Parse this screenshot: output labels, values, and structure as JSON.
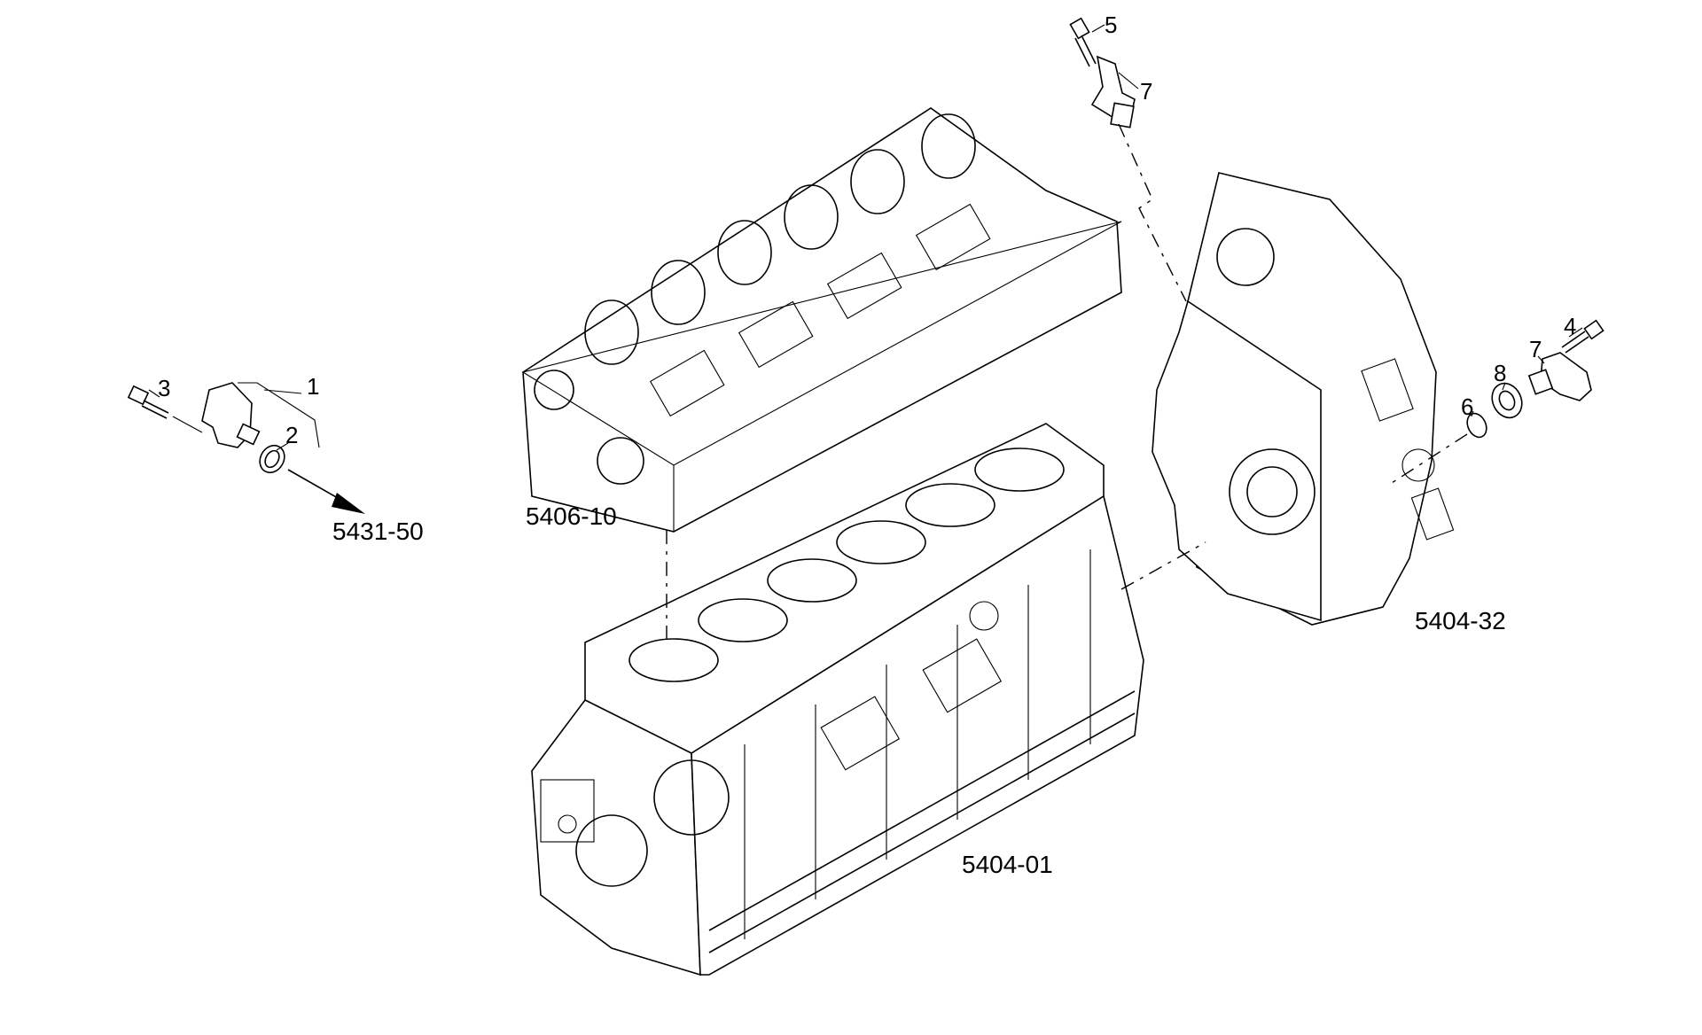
{
  "diagram": {
    "callouts": {
      "c1": "1",
      "c2": "2",
      "c3": "3",
      "c4": "4",
      "c5": "5",
      "c6": "6",
      "c7a": "7",
      "c7b": "7",
      "c8": "8"
    },
    "references": {
      "sensor_ref": "5431-50",
      "head_ref": "5406-10",
      "block_ref": "5404-01",
      "housing_ref": "5404-32"
    },
    "colors": {
      "line": "#000000",
      "background": "#ffffff"
    }
  }
}
